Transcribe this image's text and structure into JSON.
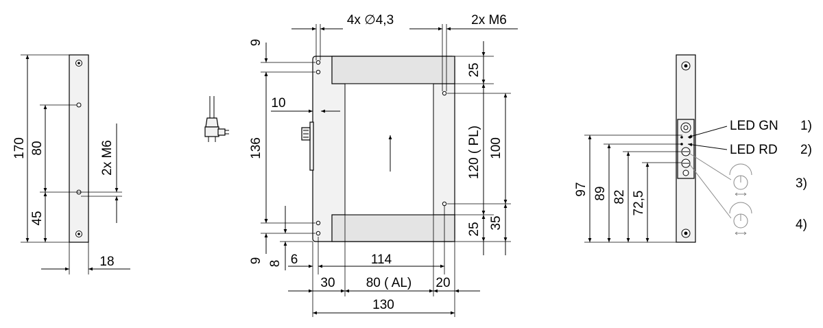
{
  "left_view": {
    "dim_total": "170",
    "dim_upper": "80",
    "dim_lower": "45",
    "thread": "2x M6",
    "width": "18"
  },
  "front_view": {
    "holes": "4x ∅4,3",
    "threads": "2x M6",
    "dim_top_9": "9",
    "dim_left_10": "10",
    "dim_height_136": "136",
    "dim_bottom_9": "9",
    "dim_bottom_8": "8",
    "dim_bottom_6": "6",
    "dim_114": "114",
    "dim_30": "30",
    "dim_al": "80   ( AL)",
    "dim_20": "20",
    "dim_130": "130",
    "dim_25_top": "25",
    "dim_pl": "120   ( PL)",
    "dim_100": "100",
    "dim_25_bottom": "25",
    "dim_35": "35"
  },
  "right_view": {
    "dim_97": "97",
    "dim_89": "89",
    "dim_82": "82",
    "dim_72_5": "72,5",
    "led_gn": "LED GN",
    "led_rd": "LED RD",
    "ref_1": "1)",
    "ref_2": "2)",
    "ref_3": "3)",
    "ref_4": "4)"
  }
}
